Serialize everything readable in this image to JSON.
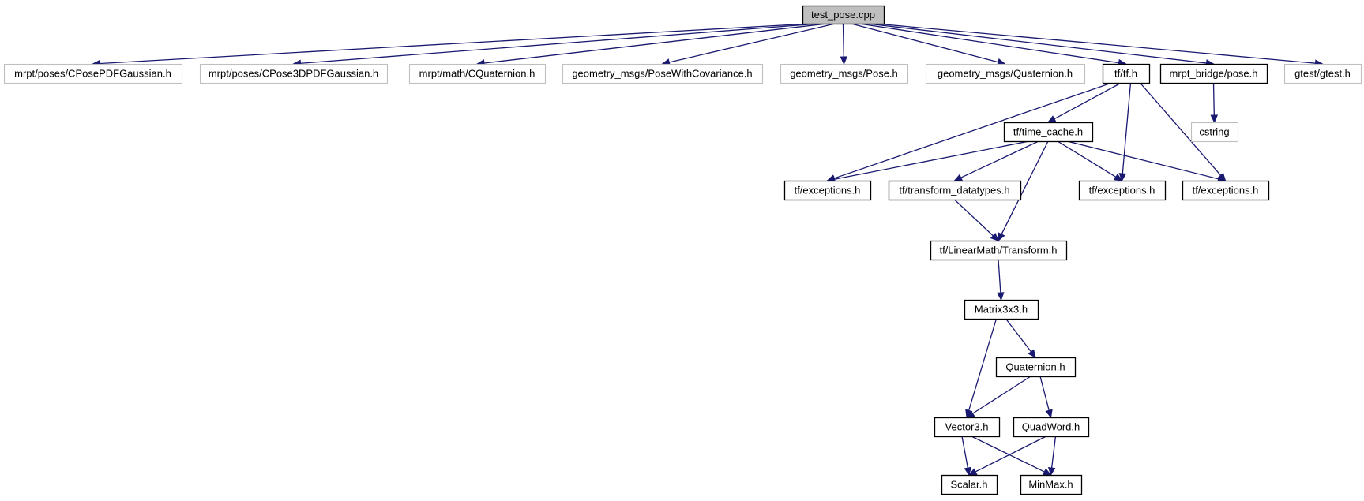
{
  "diagram": {
    "nodes": [
      {
        "id": "n0",
        "label": "test_pose.cpp",
        "kind": "root"
      },
      {
        "id": "n1",
        "label": "mrpt/poses/CPosePDFGaussian.h",
        "kind": "external"
      },
      {
        "id": "n2",
        "label": "mrpt/poses/CPose3DPDFGaussian.h",
        "kind": "external"
      },
      {
        "id": "n3",
        "label": "mrpt/math/CQuaternion.h",
        "kind": "external"
      },
      {
        "id": "n4",
        "label": "geometry_msgs/PoseWithCovariance.h",
        "kind": "external"
      },
      {
        "id": "n5",
        "label": "geometry_msgs/Pose.h",
        "kind": "external"
      },
      {
        "id": "n6",
        "label": "geometry_msgs/Quaternion.h",
        "kind": "external"
      },
      {
        "id": "n7",
        "label": "tf/tf.h",
        "kind": "local"
      },
      {
        "id": "n8",
        "label": "mrpt_bridge/pose.h",
        "kind": "local"
      },
      {
        "id": "n9",
        "label": "gtest/gtest.h",
        "kind": "external"
      },
      {
        "id": "n10",
        "label": "cstring",
        "kind": "external"
      },
      {
        "id": "n11",
        "label": "tf/time_cache.h",
        "kind": "local"
      },
      {
        "id": "n12",
        "label": "tf/exceptions.h",
        "kind": "local"
      },
      {
        "id": "n13",
        "label": "tf/transform_datatypes.h",
        "kind": "local"
      },
      {
        "id": "n14",
        "label": "tf/exceptions.h",
        "kind": "local"
      },
      {
        "id": "n15",
        "label": "tf/exceptions.h",
        "kind": "local"
      },
      {
        "id": "n16",
        "label": "tf/LinearMath/Transform.h",
        "kind": "local"
      },
      {
        "id": "n17",
        "label": "Matrix3x3.h",
        "kind": "local"
      },
      {
        "id": "n18",
        "label": "Quaternion.h",
        "kind": "local"
      },
      {
        "id": "n19",
        "label": "Vector3.h",
        "kind": "local"
      },
      {
        "id": "n20",
        "label": "QuadWord.h",
        "kind": "local"
      },
      {
        "id": "n21",
        "label": "Scalar.h",
        "kind": "local"
      },
      {
        "id": "n22",
        "label": "MinMax.h",
        "kind": "local"
      }
    ],
    "edges": [
      {
        "from": "n0",
        "to": "n1"
      },
      {
        "from": "n0",
        "to": "n2"
      },
      {
        "from": "n0",
        "to": "n3"
      },
      {
        "from": "n0",
        "to": "n4"
      },
      {
        "from": "n0",
        "to": "n5"
      },
      {
        "from": "n0",
        "to": "n6"
      },
      {
        "from": "n0",
        "to": "n7"
      },
      {
        "from": "n0",
        "to": "n8"
      },
      {
        "from": "n0",
        "to": "n9"
      },
      {
        "from": "n8",
        "to": "n10"
      },
      {
        "from": "n7",
        "to": "n11"
      },
      {
        "from": "n7",
        "to": "n12"
      },
      {
        "from": "n7",
        "to": "n14"
      },
      {
        "from": "n7",
        "to": "n15"
      },
      {
        "from": "n11",
        "to": "n12"
      },
      {
        "from": "n11",
        "to": "n13"
      },
      {
        "from": "n11",
        "to": "n14"
      },
      {
        "from": "n11",
        "to": "n15"
      },
      {
        "from": "n11",
        "to": "n16"
      },
      {
        "from": "n13",
        "to": "n16"
      },
      {
        "from": "n16",
        "to": "n17"
      },
      {
        "from": "n17",
        "to": "n18"
      },
      {
        "from": "n17",
        "to": "n19"
      },
      {
        "from": "n18",
        "to": "n19"
      },
      {
        "from": "n18",
        "to": "n20"
      },
      {
        "from": "n19",
        "to": "n21"
      },
      {
        "from": "n19",
        "to": "n22"
      },
      {
        "from": "n20",
        "to": "n21"
      },
      {
        "from": "n20",
        "to": "n22"
      }
    ],
    "colors": {
      "edge": "#191970",
      "root_fill": "#bfbfbf",
      "local_border": "#000000",
      "external_border": "#bfbfbf"
    }
  }
}
